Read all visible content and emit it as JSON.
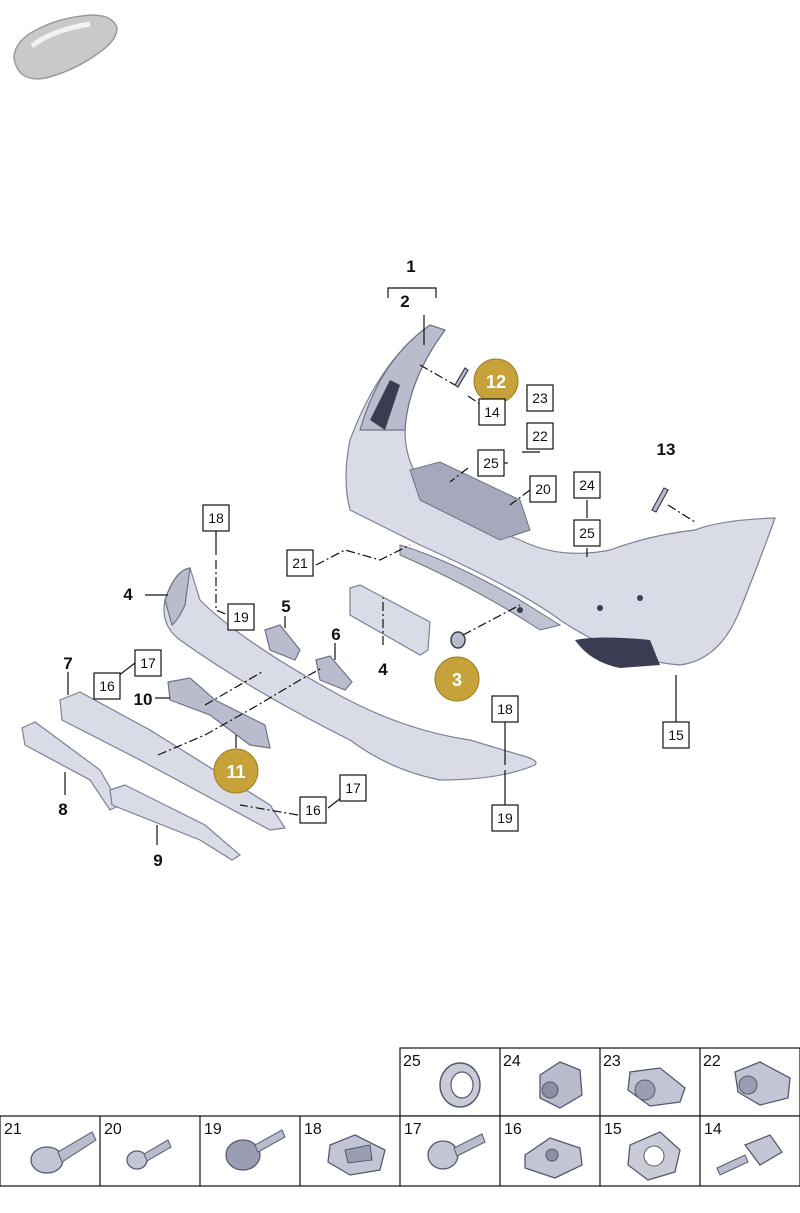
{
  "diagram": {
    "callouts": [
      {
        "id": "c1",
        "text": "1",
        "style": "plain"
      },
      {
        "id": "c2",
        "text": "2",
        "style": "plain"
      },
      {
        "id": "c3",
        "text": "3",
        "style": "gold"
      },
      {
        "id": "c4a",
        "text": "4",
        "style": "plain"
      },
      {
        "id": "c4b",
        "text": "4",
        "style": "plain"
      },
      {
        "id": "c5",
        "text": "5",
        "style": "plain"
      },
      {
        "id": "c6",
        "text": "6",
        "style": "plain"
      },
      {
        "id": "c7",
        "text": "7",
        "style": "plain"
      },
      {
        "id": "c8",
        "text": "8",
        "style": "plain"
      },
      {
        "id": "c9",
        "text": "9",
        "style": "plain"
      },
      {
        "id": "c10",
        "text": "10",
        "style": "plain"
      },
      {
        "id": "c11",
        "text": "11",
        "style": "gold"
      },
      {
        "id": "c12",
        "text": "12",
        "style": "gold"
      },
      {
        "id": "c13",
        "text": "13",
        "style": "plain"
      },
      {
        "id": "b14",
        "text": "14",
        "style": "boxed"
      },
      {
        "id": "b15",
        "text": "15",
        "style": "boxed"
      },
      {
        "id": "b16a",
        "text": "16",
        "style": "boxed"
      },
      {
        "id": "b16b",
        "text": "16",
        "style": "boxed"
      },
      {
        "id": "b17a",
        "text": "17",
        "style": "boxed"
      },
      {
        "id": "b17b",
        "text": "17",
        "style": "boxed"
      },
      {
        "id": "b18a",
        "text": "18",
        "style": "boxed"
      },
      {
        "id": "b18b",
        "text": "18",
        "style": "boxed"
      },
      {
        "id": "b19a",
        "text": "19",
        "style": "boxed"
      },
      {
        "id": "b19b",
        "text": "19",
        "style": "boxed"
      },
      {
        "id": "b20",
        "text": "20",
        "style": "boxed"
      },
      {
        "id": "b21",
        "text": "21",
        "style": "boxed"
      },
      {
        "id": "b22",
        "text": "22",
        "style": "boxed"
      },
      {
        "id": "b23",
        "text": "23",
        "style": "boxed"
      },
      {
        "id": "b24",
        "text": "24",
        "style": "boxed"
      },
      {
        "id": "b25a",
        "text": "25",
        "style": "boxed"
      },
      {
        "id": "b25b",
        "text": "25",
        "style": "boxed"
      }
    ]
  },
  "hardware_table": {
    "top_row": [
      {
        "number": "25",
        "icon": "ring-bracket-icon"
      },
      {
        "number": "24",
        "icon": "sensor-housing-icon"
      },
      {
        "number": "23",
        "icon": "parking-sensor-icon"
      },
      {
        "number": "22",
        "icon": "sensor-icon"
      }
    ],
    "bottom_row": [
      {
        "number": "21",
        "icon": "wide-head-screw-icon"
      },
      {
        "number": "20",
        "icon": "bolt-icon"
      },
      {
        "number": "19",
        "icon": "flange-screw-icon"
      },
      {
        "number": "18",
        "icon": "spring-clip-icon"
      },
      {
        "number": "17",
        "icon": "plastic-rivet-icon"
      },
      {
        "number": "16",
        "icon": "clip-nut-icon"
      },
      {
        "number": "15",
        "icon": "sensor-retainer-icon"
      },
      {
        "number": "14",
        "icon": "expanding-rivet-icon"
      }
    ]
  }
}
